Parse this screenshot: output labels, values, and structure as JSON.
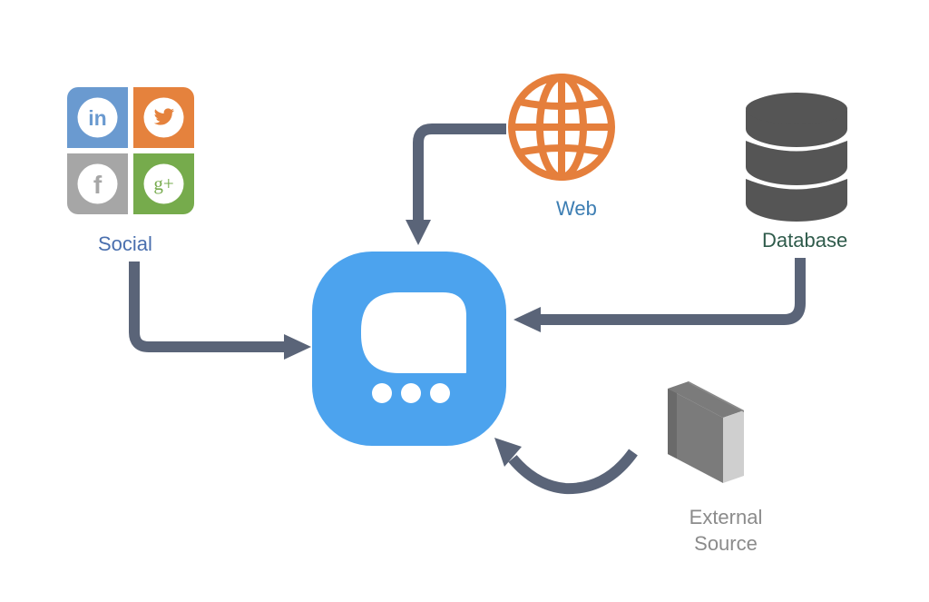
{
  "colors": {
    "arrow": "#5a6478",
    "hub": "#4ca3ee",
    "linkedin": "#6a9ad0",
    "twitter": "#e5823d",
    "facebook": "#a6a6a6",
    "googleplus": "#76ab4c",
    "web": "#e57f3c",
    "database": "#555555",
    "book": "#7b7b7b",
    "social_label": "#4a6fae",
    "web_label": "#3d7eb3",
    "database_label": "#2f5b4b",
    "external_label": "#8b8b8b"
  },
  "labels": {
    "social": "Social",
    "web": "Web",
    "database": "Database",
    "external_line1": "External",
    "external_line2": "Source"
  },
  "social_tiles": [
    {
      "icon": "linkedin-icon",
      "glyph": "in"
    },
    {
      "icon": "twitter-icon"
    },
    {
      "icon": "facebook-icon",
      "glyph": "f"
    },
    {
      "icon": "google-plus-icon",
      "glyph": "g+"
    }
  ],
  "icons": {
    "hub": "chat-bubble-icon",
    "web": "globe-icon",
    "database": "database-icon",
    "external": "book-icon"
  }
}
